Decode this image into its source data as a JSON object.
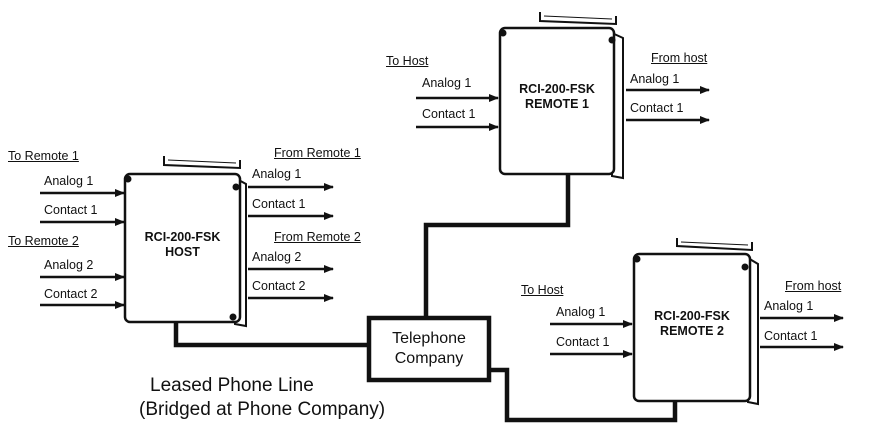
{
  "host": {
    "title_line1": "RCI-200-FSK",
    "title_line2": "HOST",
    "in_group1": "To Remote 1",
    "in_group2": "To Remote 2",
    "out_group1": "From Remote 1",
    "out_group2": "From Remote 2",
    "inputs": [
      "Analog 1",
      "Contact 1",
      "Analog 2",
      "Contact 2"
    ],
    "outputs": [
      "Analog 1",
      "Contact 1",
      "Analog 2",
      "Contact 2"
    ]
  },
  "remote1": {
    "title_line1": "RCI-200-FSK",
    "title_line2": "REMOTE 1",
    "in_group": "To Host",
    "out_group": "From host",
    "inputs": [
      "Analog 1",
      "Contact 1"
    ],
    "outputs": [
      "Analog 1",
      "Contact 1"
    ]
  },
  "remote2": {
    "title_line1": "RCI-200-FSK",
    "title_line2": "REMOTE 2",
    "in_group": "To Host",
    "out_group": "From host",
    "inputs": [
      "Analog 1",
      "Contact 1"
    ],
    "outputs": [
      "Analog 1",
      "Contact 1"
    ]
  },
  "phone_company": {
    "line1": "Telephone",
    "line2": "Company"
  },
  "caption": {
    "line1": "Leased Phone Line",
    "line2": "(Bridged at Phone Company)"
  }
}
